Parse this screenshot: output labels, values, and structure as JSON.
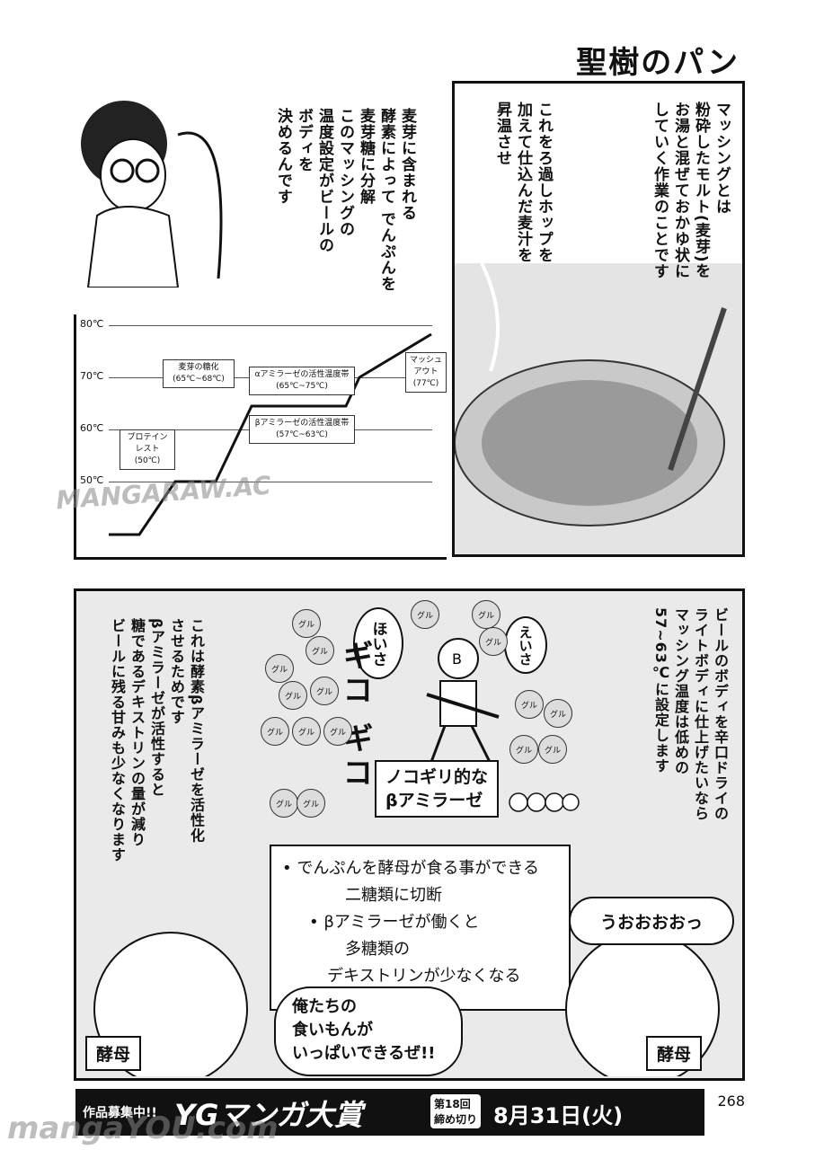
{
  "series_title": "聖樹のパン",
  "page_number": "268",
  "top_left": {
    "narration": "麦芽に含まれる\n酵素によって でんぷんを\n麦芽糖に分解\nこのマッシングの\n温度設定がビールの\nボディを\n決めるんです"
  },
  "top_right": {
    "narration_a": "マッシングとは\n粉砕したモルト(麦芽)を\nお湯と混ぜておかゆ状に\nしていく作業のことです",
    "narration_b": "これをろ過しホップを\n加えて仕込んだ麦汁を\n昇温させ"
  },
  "mash_chart": {
    "temps": [
      "80℃",
      "70℃",
      "60℃",
      "50℃"
    ],
    "steps": [
      {
        "label": "プロテイン\nレスト\n(50℃)"
      },
      {
        "label": "麦芽の糖化\n(65℃~68℃)"
      },
      {
        "label": "αアミラーゼの活性温度帯\n(65℃~75℃)"
      },
      {
        "label": "βアミラーゼの活性温度帯\n(57℃~63℃)"
      },
      {
        "label": "マッシュ\nアウト\n(77℃)"
      }
    ]
  },
  "bottom": {
    "narration_right": "ビールのボディを辛口ドライの\nライトボディに仕上げたいなら\nマッシング温度は低めの\n57~63℃に設定します",
    "narration_left": "これは酵素βアミラーゼを活性化\nさせるためです\nβアミラーゼが活性すると\n糖であるデキストリンの量が減り\nビールに残る甘みも少なくなります",
    "sfx_hoisa": "ほいさ",
    "sfx_eisa": "えいさ",
    "sfx_gigo": "ギコ ギコ",
    "gru": "グル",
    "saw_label": "ノコギリ的な\nβアミラーゼ",
    "note_line1": "• でんぷんを酵母が食る事ができる",
    "note_line2": "二糖類に切断",
    "note_line3": "• βアミラーゼが働くと",
    "note_line4": "多糖類の",
    "note_line5": "デキストリンが少なくなる",
    "speech_right": "うおおおおっ",
    "speech_left": "俺たちの\n食いもんが\nいっぱいできるぜ!!",
    "yeast_left": "酵母",
    "yeast_right": "酵母"
  },
  "banner": {
    "recruit": "作品募集中!!",
    "award": "YGマンガ大賞",
    "round": "第18回\n締め切り",
    "deadline": "8月31日(火)"
  },
  "watermarks": {
    "mid": "MANGARAW.AC",
    "bottom": "mangaYOU.com"
  }
}
